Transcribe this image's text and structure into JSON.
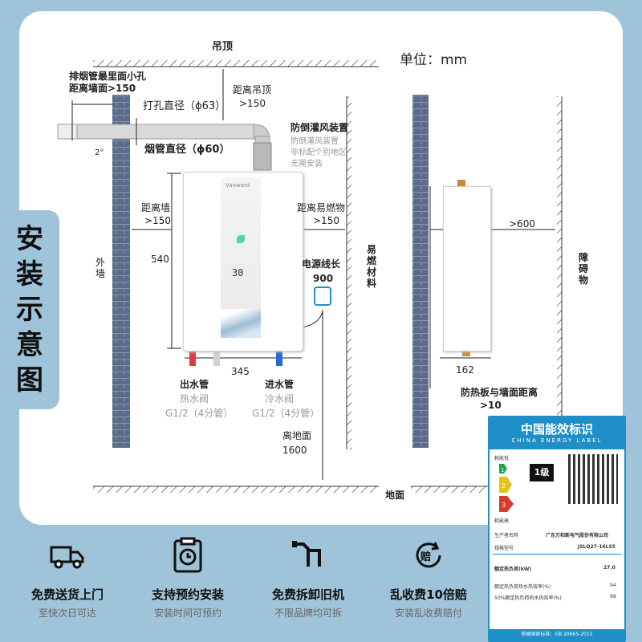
{
  "side_title": "安装示意图",
  "unit_label": "单位：mm",
  "labels": {
    "ceiling": "吊顶",
    "floor": "地面",
    "outer_wall": "外墙",
    "flammable": "易燃材料",
    "obstacle": "障碍物",
    "exhaust_hole_1": "排烟管最里面小孔",
    "exhaust_hole_2": "距离墙面>150",
    "drill_hole": "打孔直径（ϕ63）",
    "pipe_dia": "烟管直径（ϕ60）",
    "angle": "2°",
    "ceiling_dist_1": "距离吊顶",
    "ceiling_dist_2": ">150",
    "anti_wind_1": "防倒灌风装置",
    "anti_wind_2": "防倒灌风装置",
    "anti_wind_3": "非标配个别地区",
    "anti_wind_4": "无需安装",
    "wall_dist_1": "距离墙",
    "wall_dist_2": ">150",
    "flam_dist_1": "距离易燃物",
    "flam_dist_2": ">150",
    "height": "540",
    "power_1": "电源线长",
    "power_2": "900",
    "width": "345",
    "outlet_1": "出水管",
    "outlet_2": "热水阀",
    "outlet_3": "G1/2（4分管）",
    "inlet_1": "进水管",
    "inlet_2": "冷水阀",
    "inlet_3": "G1/2（4分管）",
    "ground_1": "离地面",
    "ground_2": "1600",
    "obstacle_dist": ">600",
    "depth": "162",
    "board_dist_1": "防热板与墙面距离",
    "board_dist_2": ">10",
    "display_temp": "30"
  },
  "features": [
    {
      "icon": "truck-icon",
      "title": "免费送货上门",
      "subtitle": "至快次日可达"
    },
    {
      "icon": "clock-icon",
      "title": "支持预约安装",
      "subtitle": "安装时间可预约"
    },
    {
      "icon": "pipe-icon",
      "title": "免费拆卸旧机",
      "subtitle": "不限品牌均可拆"
    },
    {
      "icon": "compensation-icon",
      "title": "乱收费10倍赔",
      "subtitle": "安装乱收费赔付"
    }
  ],
  "energy_label": {
    "title_cn": "中国能效标识",
    "title_en": "CHINA ENERGY LABEL",
    "low": "耗能低",
    "high": "耗能高",
    "grade": "1级",
    "producer_label": "生产者名称",
    "producer": "广东万和新电气股份有限公司",
    "model_label": "规格型号",
    "model": "JSLQ27-16LS5",
    "load_label": "额定热负荷(kW)",
    "load": "27.0",
    "eff1_label": "额定热负荷热水热效率(%)",
    "eff1": "94",
    "eff2_label": "50%额定热负荷热水热效率(%)",
    "eff2": "98",
    "standard": "依据国家标准：GB 20665-2015"
  },
  "colors": {
    "background": "#9fc3d9",
    "label_blue": "#1f8fc8",
    "hot": "#e23b3b",
    "cold": "#2b66d9"
  }
}
